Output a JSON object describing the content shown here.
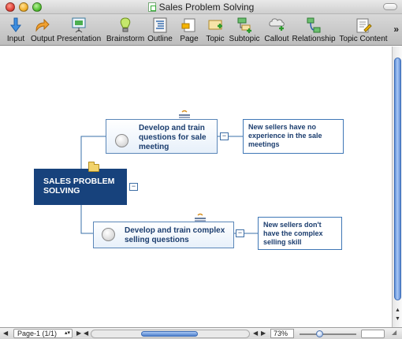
{
  "window": {
    "title": "Sales Problem Solving"
  },
  "toolbar": {
    "buttons": [
      {
        "label": "Input",
        "icon": "input-arrow-icon"
      },
      {
        "label": "Output",
        "icon": "output-arrow-icon"
      },
      {
        "label": "Presentation",
        "icon": "presentation-icon"
      },
      {
        "label": "Brainstorm",
        "icon": "brainstorm-icon"
      },
      {
        "label": "Outline",
        "icon": "outline-icon"
      },
      {
        "label": "Page",
        "icon": "page-icon"
      },
      {
        "label": "Topic",
        "icon": "topic-icon"
      },
      {
        "label": "Subtopic",
        "icon": "subtopic-icon"
      },
      {
        "label": "Callout",
        "icon": "callout-icon"
      },
      {
        "label": "Relationship",
        "icon": "relationship-icon"
      },
      {
        "label": "Topic Content",
        "icon": "topic-content-icon"
      }
    ],
    "overflow": "»"
  },
  "map": {
    "central_topic": "SALES PROBLEM SOLVING",
    "topics": [
      {
        "label": "Develop and train questions for sale meeting",
        "callout": "New sellers have no experience in the sale meetings",
        "collapse": "−"
      },
      {
        "label": "Develop and train complex selling questions",
        "callout": "New sellers don't have the complex selling skill",
        "collapse": "−"
      }
    ],
    "central_collapse": "−"
  },
  "statusbar": {
    "page_selector": "Page-1 (1/1)",
    "zoom": "73%"
  }
}
